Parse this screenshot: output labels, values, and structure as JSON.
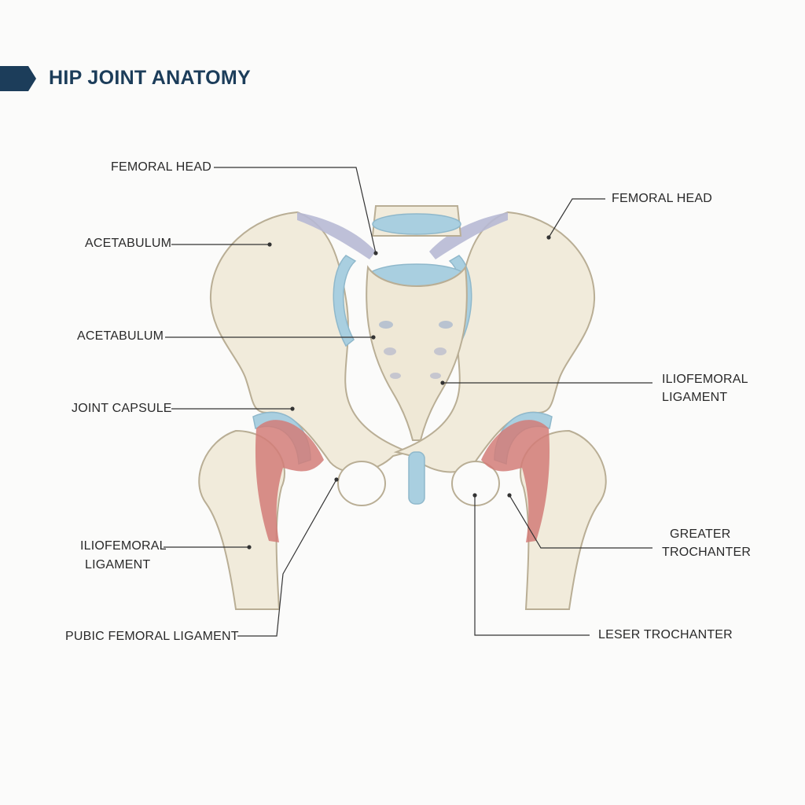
{
  "title": "HIP JOINT ANATOMY",
  "colors": {
    "title": "#1c3d5a",
    "flag": "#1c3d5a",
    "bone": "#f1ebdb",
    "bone_outline": "#b9ae95",
    "cartilage": "#a9cfe0",
    "muscle": "#d27c78",
    "leader": "#333333"
  },
  "labels": {
    "femoral_head_left": "FEMORAL HEAD",
    "femoral_head_right": "FEMORAL HEAD",
    "acetabulum_upper": "ACETABULUM",
    "acetabulum_lower": "ACETABULUM",
    "joint_capsule": "JOINT CAPSULE",
    "iliofemoral_right_line1": "ILIOFEMORAL",
    "iliofemoral_right_line2": "LIGAMENT",
    "iliofemoral_left_line1": "ILIOFEMORAL",
    "iliofemoral_left_line2": "LIGAMENT",
    "greater_trochanter_line1": "GREATER",
    "greater_trochanter_line2": "TROCHANTER",
    "pubic_femoral_ligament": "PUBIC FEMORAL LIGAMENT",
    "leser_trochanter": "LESER TROCHANTER"
  }
}
